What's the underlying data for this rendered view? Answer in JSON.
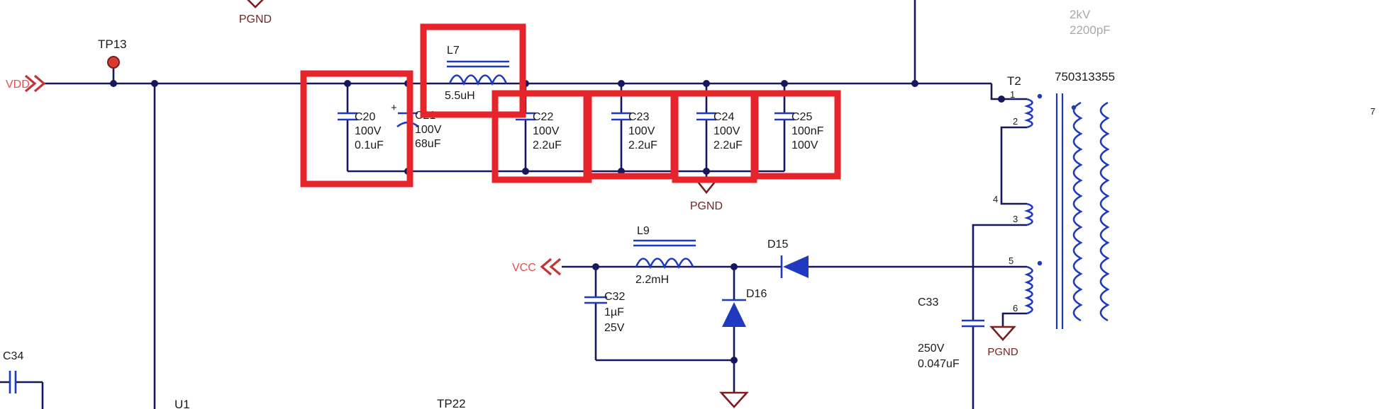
{
  "colors": {
    "background": "#ffffff",
    "wire": "#17175e",
    "symbol": "#1f3ac0",
    "ground": "#7a1f1f",
    "highlight": "#e6242b",
    "power_text": "#e05050",
    "power_arrow": "#c43434",
    "testpoint": "#d93a32",
    "text": "#1a1a1a",
    "note_grey": "#a8a8a8"
  },
  "nets": {
    "vdd": "VDD",
    "vcc": "VCC",
    "pgnd": "PGND"
  },
  "testpoints": {
    "tp13": "TP13",
    "tp22": "TP22"
  },
  "ics": {
    "u1": "U1"
  },
  "capacitors": {
    "c20": {
      "ref": "C20",
      "l2": "100V",
      "l3": "0.1uF"
    },
    "c21": {
      "plus": "+",
      "ref": "C21",
      "l2": "100V",
      "l3": "68uF"
    },
    "c22": {
      "ref": "C22",
      "l2": "100V",
      "l3": "2.2uF"
    },
    "c23": {
      "ref": "C23",
      "l2": "100V",
      "l3": "2.2uF"
    },
    "c24": {
      "ref": "C24",
      "l2": "100V",
      "l3": "2.2uF"
    },
    "c25": {
      "ref": "C25",
      "l2": "100nF",
      "l3": "100V"
    },
    "c32": {
      "ref": "C32",
      "l2": "1µF",
      "l3": "25V"
    },
    "c33": {
      "ref": "C33",
      "l2": "250V",
      "l3": "0.047uF"
    },
    "c34": {
      "ref": "C34"
    }
  },
  "inductors": {
    "l7": {
      "ref": "L7",
      "value": "5.5uH"
    },
    "l9": {
      "ref": "L9",
      "value": "2.2mH"
    }
  },
  "diodes": {
    "d15": "D15",
    "d16": "D16"
  },
  "transformer": {
    "ref": "T2",
    "part": "750313355",
    "pin1": "1",
    "pin2": "2",
    "pin3": "3",
    "pin4": "4",
    "pin5": "5",
    "pin6": "6",
    "pin7": "7"
  },
  "notes": {
    "rating": "2kV",
    "cap_value": "2200pF"
  }
}
